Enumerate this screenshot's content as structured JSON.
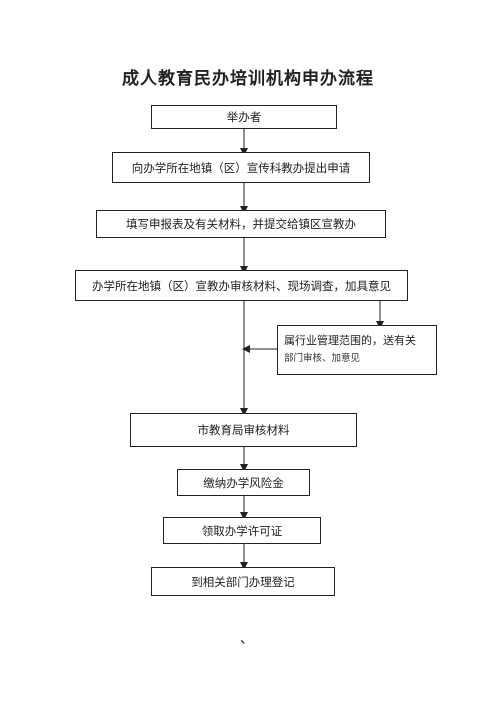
{
  "title": "成人教育民办培训机构申办流程",
  "steps": {
    "s1": "举办者",
    "s2": "向办学所在地镇（区）宣传科教办提出申请",
    "s3": "填写申报表及有关材料，并提交给镇区宣教办",
    "s4": "办学所在地镇（区）宣教办审核材料、现场调查，加具意见",
    "side_line1": "属行业管理范围的，送有关",
    "side_line2": "部门审核、加意见",
    "s5": "市教育局审核材料",
    "s6": "缴纳办学风险金",
    "s7": "领取办学许可证",
    "s8": "到相关部门办理登记"
  },
  "footer_mark": "、"
}
